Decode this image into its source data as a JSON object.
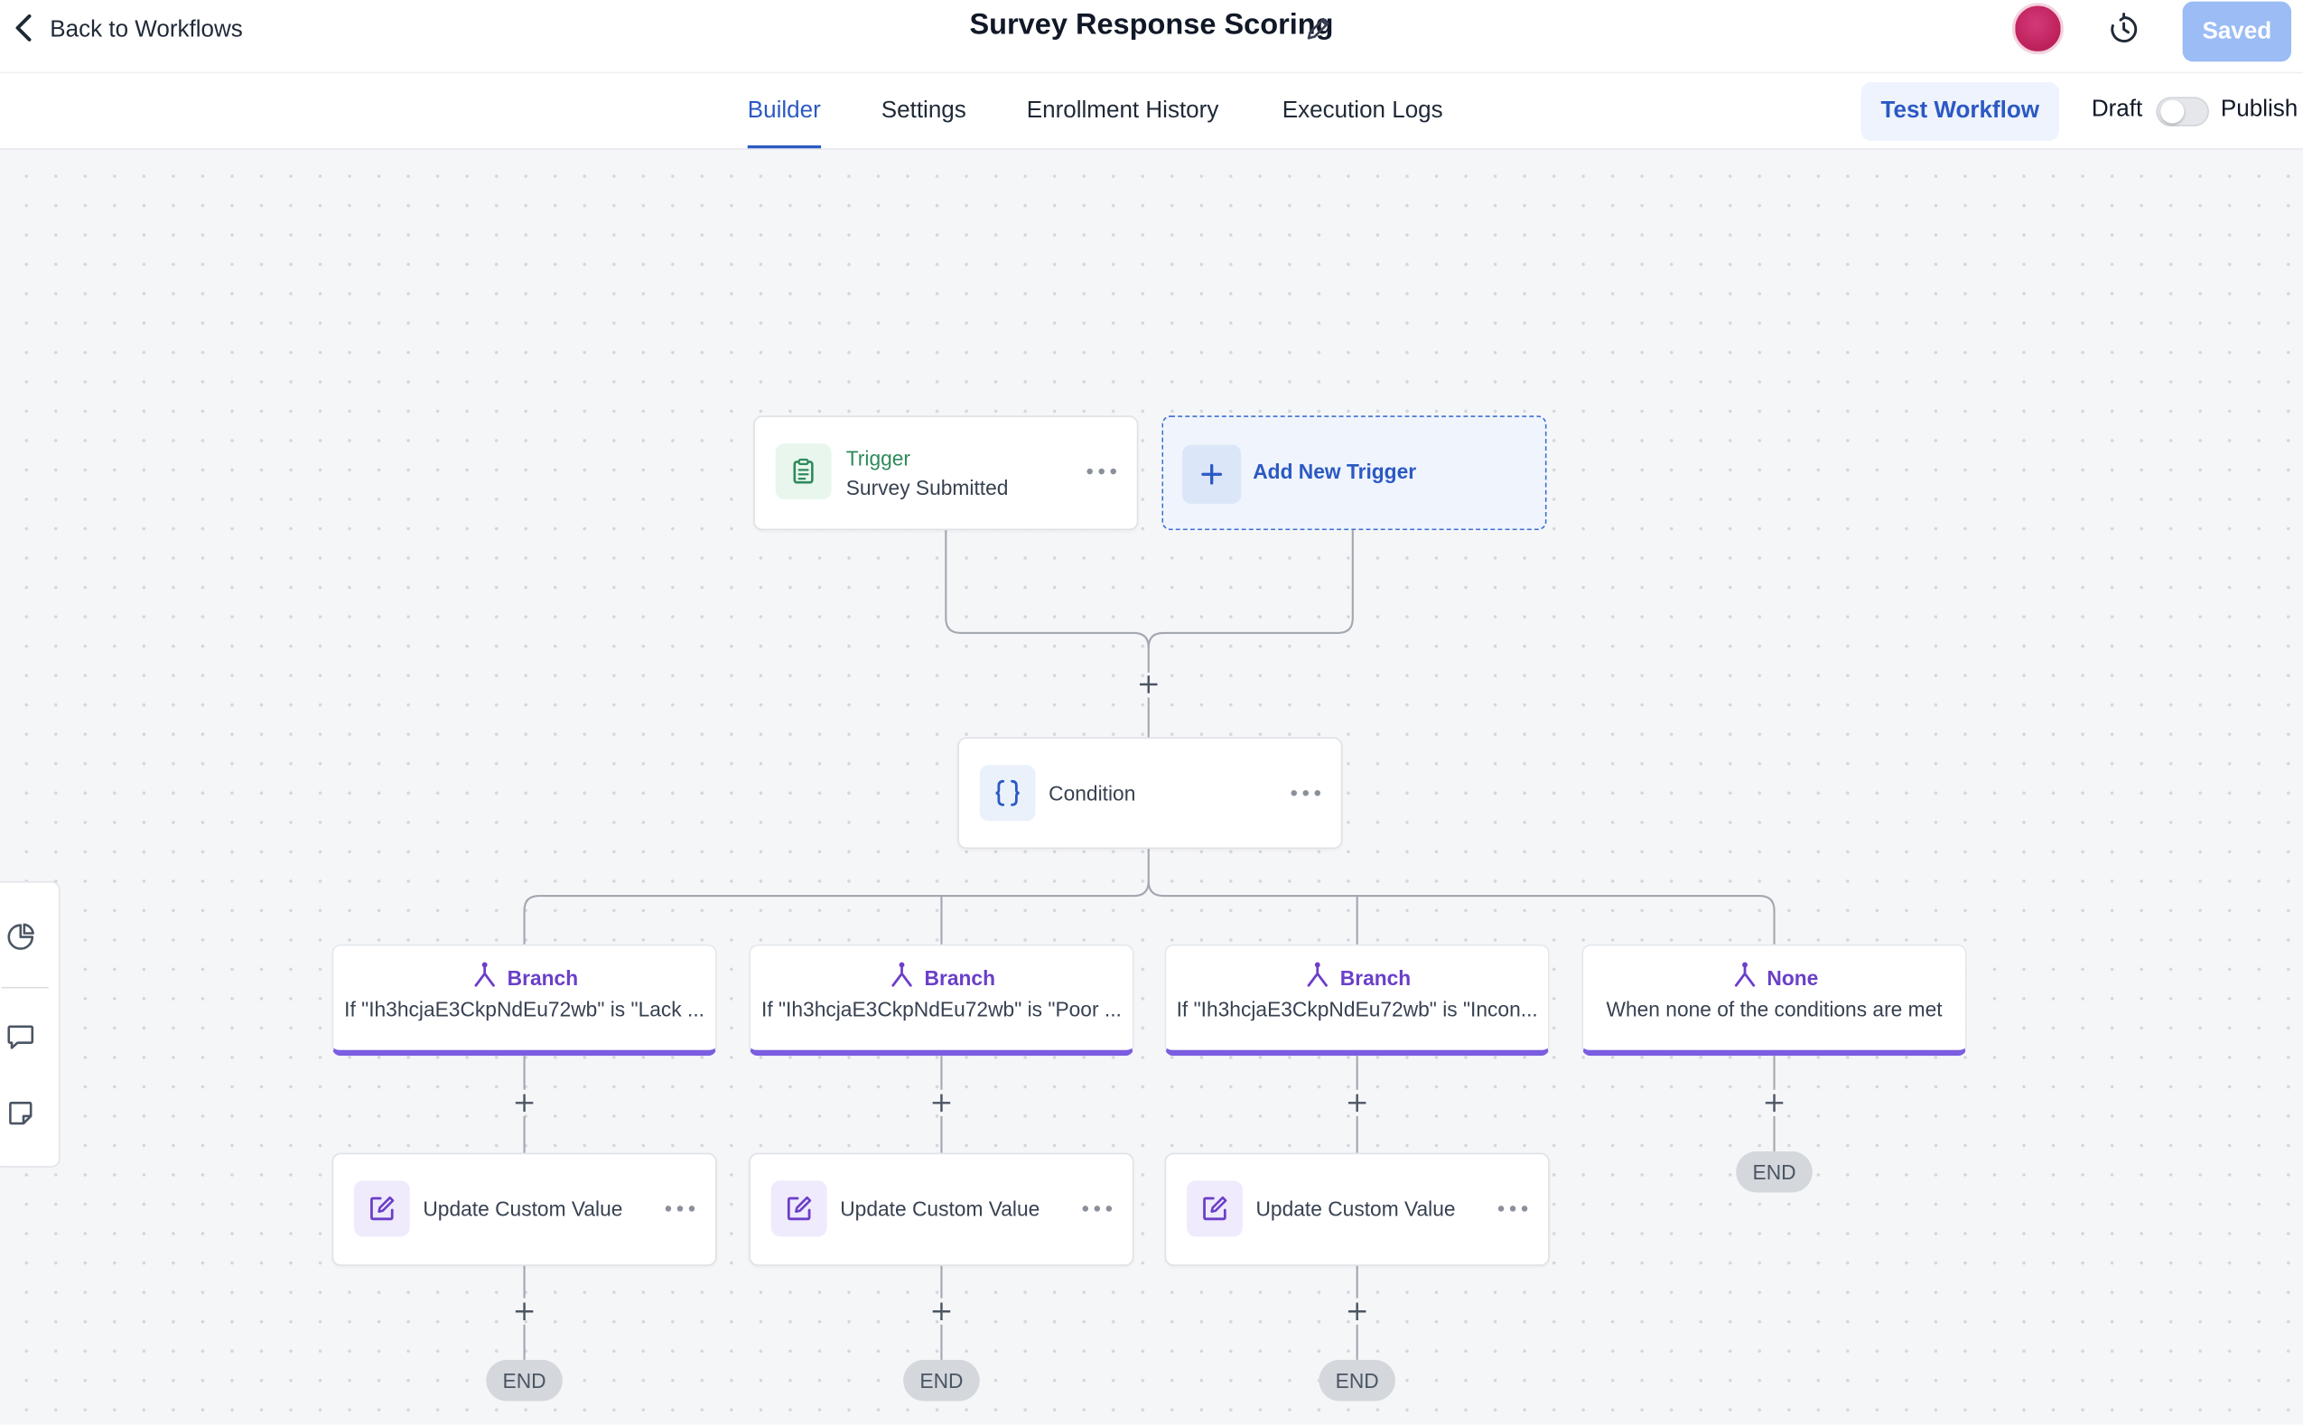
{
  "header": {
    "back_label": "Back to Workflows",
    "title": "Survey Response Scoring",
    "saved_label": "Saved"
  },
  "tabs": [
    {
      "label": "Builder",
      "active": true
    },
    {
      "label": "Settings",
      "active": false
    },
    {
      "label": "Enrollment History",
      "active": false
    },
    {
      "label": "Execution Logs",
      "active": false
    }
  ],
  "actions": {
    "test_label": "Test Workflow",
    "draft_label": "Draft",
    "publish_label": "Publish",
    "published": false
  },
  "trigger": {
    "label": "Trigger",
    "name": "Survey Submitted",
    "add_label": "Add New Trigger"
  },
  "condition": {
    "label": "Condition"
  },
  "branches": [
    {
      "title": "Branch",
      "desc": "If \"Ih3hcjaE3CkpNdEu72wb\" is \"Lack ...",
      "action": "Update Custom Value",
      "end": "END"
    },
    {
      "title": "Branch",
      "desc": "If \"Ih3hcjaE3CkpNdEu72wb\" is \"Poor ...",
      "action": "Update Custom Value",
      "end": "END"
    },
    {
      "title": "Branch",
      "desc": "If \"Ih3hcjaE3CkpNdEu72wb\" is \"Incon...",
      "action": "Update Custom Value",
      "end": "END"
    },
    {
      "title": "None",
      "desc": "When none of the conditions are met",
      "end": "END"
    }
  ],
  "colors": {
    "accent": "#2b59c3",
    "branch": "#7a5de0",
    "trigger": "#2f8a5b",
    "saved_button": "#9bbcf5",
    "avatar": "#c0245f"
  },
  "icons": {
    "back": "chevron-left-icon",
    "edit": "pencil-icon",
    "history": "history-icon",
    "trigger": "clipboard-icon",
    "condition": "braces-icon",
    "branch": "branch-fork-icon",
    "action": "edit-square-icon",
    "rail": [
      "pie-chart-icon",
      "comment-icon",
      "sticky-note-icon"
    ]
  }
}
